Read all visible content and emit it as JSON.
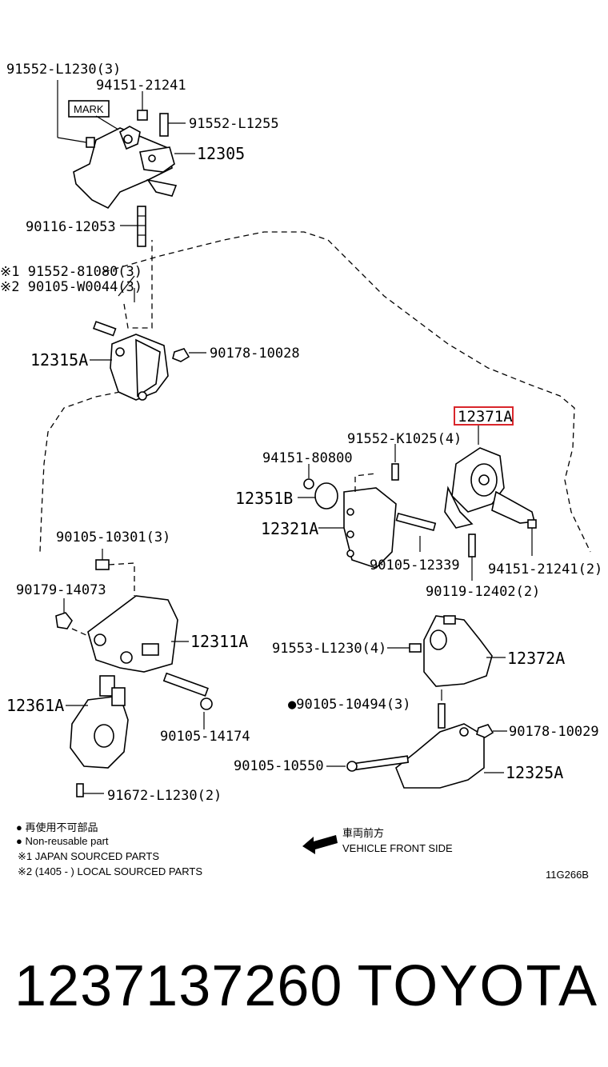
{
  "diagram": {
    "labels": {
      "p91552_L1230_3": "91552-L1230(3)",
      "p94151_21241": "94151-21241",
      "mark": "MARK",
      "p91552_L1255": "91552-L1255",
      "p12305": "12305",
      "p90116_12053": "90116-12053",
      "p91552_81080_3": "※1 91552-81080(3)",
      "p90105_W0044_3": "※2 90105-W0044(3)",
      "p12315A": "12315A",
      "p90178_10028": "90178-10028",
      "p12371A": "12371A",
      "p91552_K1025_4": "91552-K1025(4)",
      "p94151_80800": "94151-80800",
      "p12351B": "12351B",
      "p12321A": "12321A",
      "p90105_12339": "90105-12339",
      "p94151_21241_2": "94151-21241(2)",
      "p90119_12402_2": "90119-12402(2)",
      "p90105_10301_3": "90105-10301(3)",
      "p90179_14073": "90179-14073",
      "p12311A": "12311A",
      "p91553_L1230_4": "91553-L1230(4)",
      "p12372A": "12372A",
      "p12361A": "12361A",
      "p90105_10494_3": "●90105-10494(3)",
      "p90105_14174": "90105-14174",
      "p90178_10029": "90178-10029",
      "p90105_10550": "90105-10550",
      "p12325A": "12325A",
      "p91672_L1230_2": "91672-L1230(2)"
    },
    "legend": {
      "nonreuse_jp": "● 再使用不可部品",
      "nonreuse_en": "● Non-reusable part",
      "note1": "※1 JAPAN SOURCED PARTS",
      "note2": "※2 (1405 -        ) LOCAL SOURCED PARTS"
    },
    "direction": {
      "jp": "車両前方",
      "en": "VEHICLE FRONT SIDE"
    },
    "figure_code": "11G266B",
    "highlight_color": "#d9262b"
  },
  "footer": {
    "part_number": "1237137260",
    "brand": "TOYOTA"
  }
}
